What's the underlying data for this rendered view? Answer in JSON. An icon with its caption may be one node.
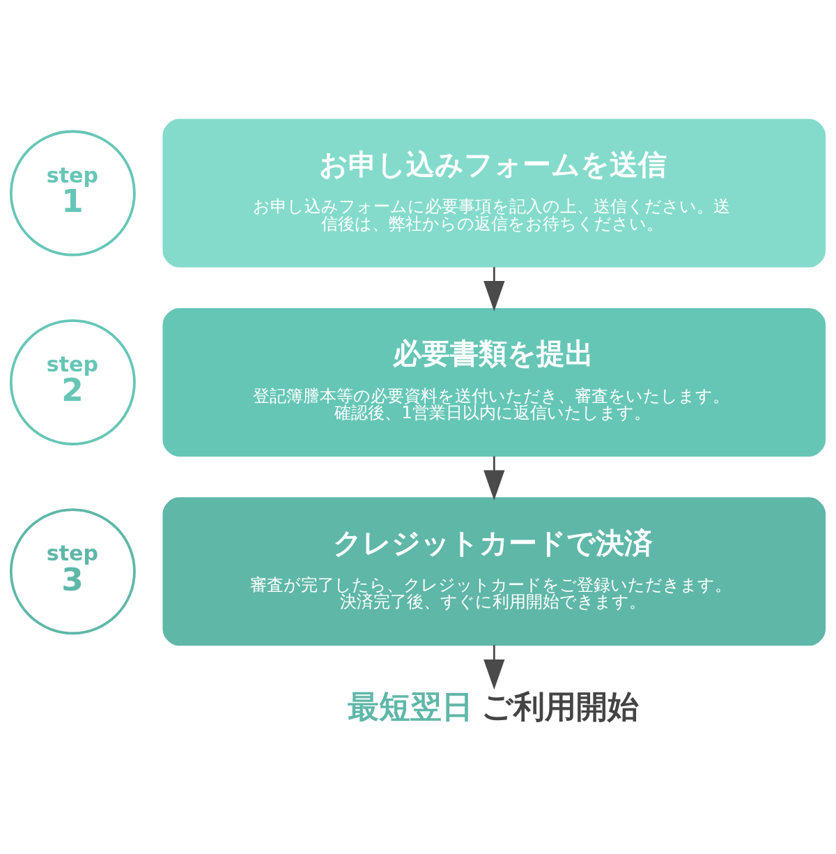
{
  "diagram": {
    "nodes": [
      {
        "text": [
          "step",
          "1"
        ]
      },
      {
        "text": [
          "お申し込みフォームを送信",
          "お申し込みフォームに必要事項を記入の上、送信ください。送信後は、弊社からの返信をお待ちください。"
        ]
      },
      {
        "text": [
          "step",
          "2"
        ]
      },
      {
        "text": [
          "必要書類を提出",
          "登記簿謄本等の必要資料を送付いただき、審査をいたします。確認後、1営業日以内に返信いたします。"
        ]
      },
      {
        "text": [
          "step",
          "3"
        ]
      },
      {
        "text": [
          "クレジットカードで決済",
          "審査が完了したら、クレジットカードをご登録いただきます。決済完了後、すぐに利用開始できます。"
        ]
      },
      {
        "text": [
          "最短翌日",
          "ご利用開始"
        ]
      }
    ],
    "edges": [
      {
        "from": 1,
        "to": 3,
        "arrow": "to"
      },
      {
        "from": 3,
        "to": 5,
        "arrow": "to"
      },
      {
        "from": 5,
        "to": 6,
        "arrow": "to"
      }
    ]
  }
}
